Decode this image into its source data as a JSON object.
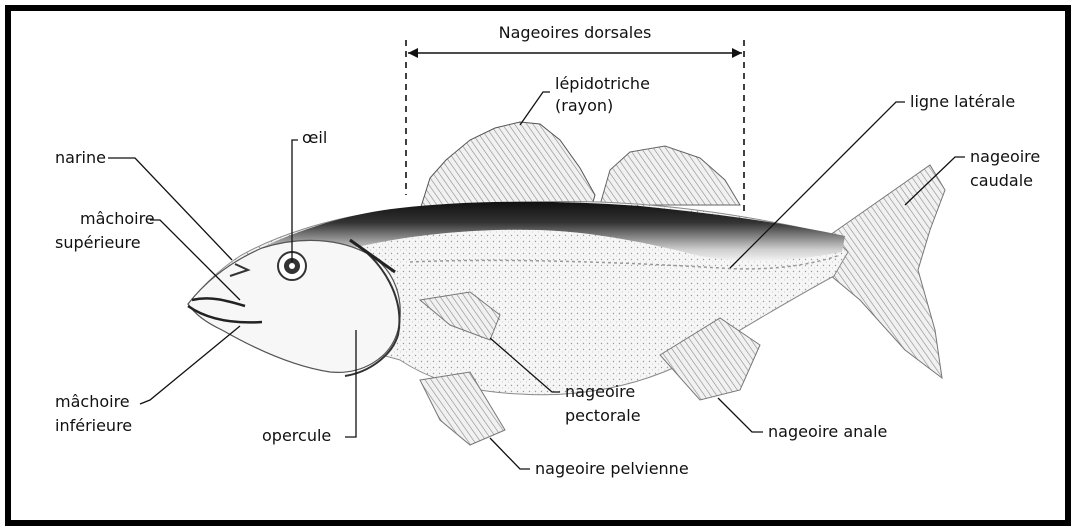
{
  "title_bracket": "Nageoires dorsales",
  "labels": {
    "lepidotriche_1": "lépidotriche",
    "lepidotriche_2": "(rayon)",
    "oeil": "œil",
    "narine": "narine",
    "machoire_sup_1": "mâchoire",
    "machoire_sup_2": "supérieure",
    "machoire_inf_1": "mâchoire",
    "machoire_inf_2": "inférieure",
    "opercule": "opercule",
    "ligne_laterale": "ligne latérale",
    "nageoire_caudale_1": "nageoire",
    "nageoire_caudale_2": "caudale",
    "nageoire_pectorale_1": "nageoire",
    "nageoire_pectorale_2": "pectorale",
    "nageoire_anale": "nageoire anale",
    "nageoire_pelvienne": "nageoire pelvienne"
  },
  "colors": {
    "frame": "#000000",
    "back": "#1a1a1a",
    "body": "#f4f4f4",
    "fin": "#e8e8e8"
  }
}
